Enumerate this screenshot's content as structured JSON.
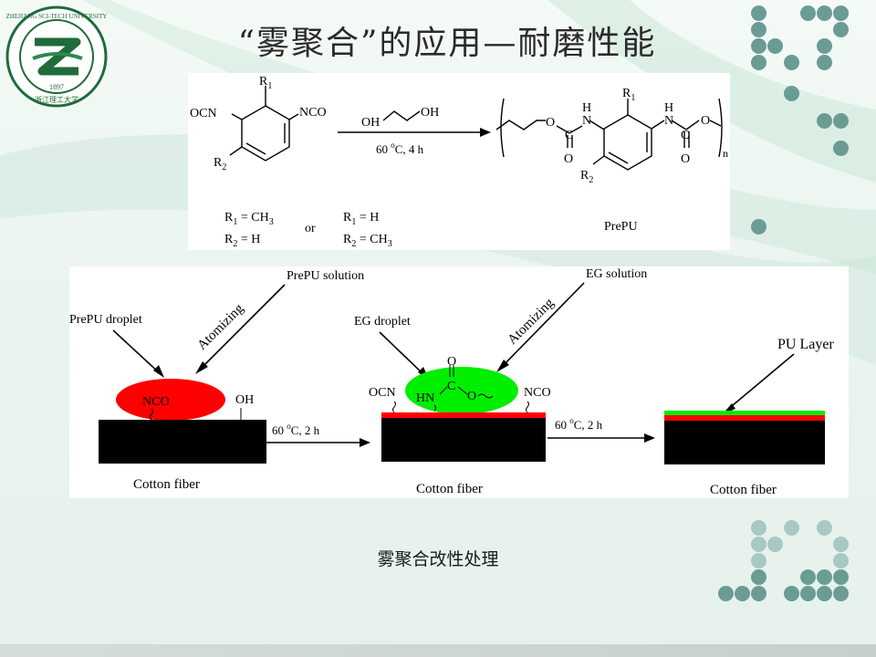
{
  "slide": {
    "title": "“雾聚合”的应用—耐磨性能",
    "caption": "雾聚合改性处理"
  },
  "logo": {
    "text_top": "ZHEJIANG SCI-TECH UNIVERSITY",
    "year": "1897",
    "text_bottom": "浙江理工大学"
  },
  "reaction": {
    "r1_top": "R",
    "r1_sub": "1",
    "r2_left": "R",
    "r2_sub": "2",
    "ocn": "OCN",
    "nco": "NCO",
    "reagent_oh1": "OH",
    "reagent_oh2": "OH",
    "condition_prefix": "60 ",
    "condition_sup": "o",
    "condition_suffix": "C, 4 h",
    "product_o1": "O",
    "product_n1": "N",
    "product_h1": "H",
    "product_c1": "C",
    "product_o_dbl1": "O",
    "product_n2": "N",
    "product_h2": "H",
    "product_c2": "C",
    "product_o2": "O",
    "product_o_dbl2": "O",
    "product_n_sub": "n",
    "product_r1": "R",
    "product_r1_sub": "1",
    "product_r2": "R",
    "product_r2_sub": "2",
    "option1_line1": "R",
    "option1_line1_sub": "1",
    "option1_line1_rest": " = CH",
    "option1_line1_sub2": "3",
    "option1_line2": "R",
    "option1_line2_sub": "2",
    "option1_line2_rest": " = H",
    "or_label": "or",
    "option2_line1": "R",
    "option2_line1_sub": "1",
    "option2_line1_rest": " = H",
    "option2_line2": "R",
    "option2_line2_sub": "2",
    "option2_line2_rest": " = CH",
    "option2_line2_sub2": "3",
    "product_name": "PrePU"
  },
  "process": {
    "prepu_solution": "PrePU solution",
    "prepu_droplet": "PrePU droplet",
    "atomizing1": "Atomizing",
    "nco_label": "NCO",
    "oh_label": "OH",
    "cotton1": "Cotton fiber",
    "step1_prefix": "60 ",
    "step1_sup": "o",
    "step1_suffix": "C, 2 h",
    "eg_solution": "EG solution",
    "eg_droplet": "EG droplet",
    "atomizing2": "Atomizing",
    "ocn_label": "OCN",
    "hn_label": "HN",
    "c_label": "C",
    "o_top": "O",
    "o_right": "O",
    "nco_label2": "NCO",
    "cotton2": "Cotton fiber",
    "step2_prefix": "60 ",
    "step2_sup": "o",
    "step2_suffix": "C, 2 h",
    "pu_layer": "PU Layer",
    "cotton3": "Cotton fiber"
  },
  "colors": {
    "droplet_red": "#ff0000",
    "droplet_green": "#00ee00",
    "fiber": "#000000",
    "dot": "#6a9c95"
  }
}
